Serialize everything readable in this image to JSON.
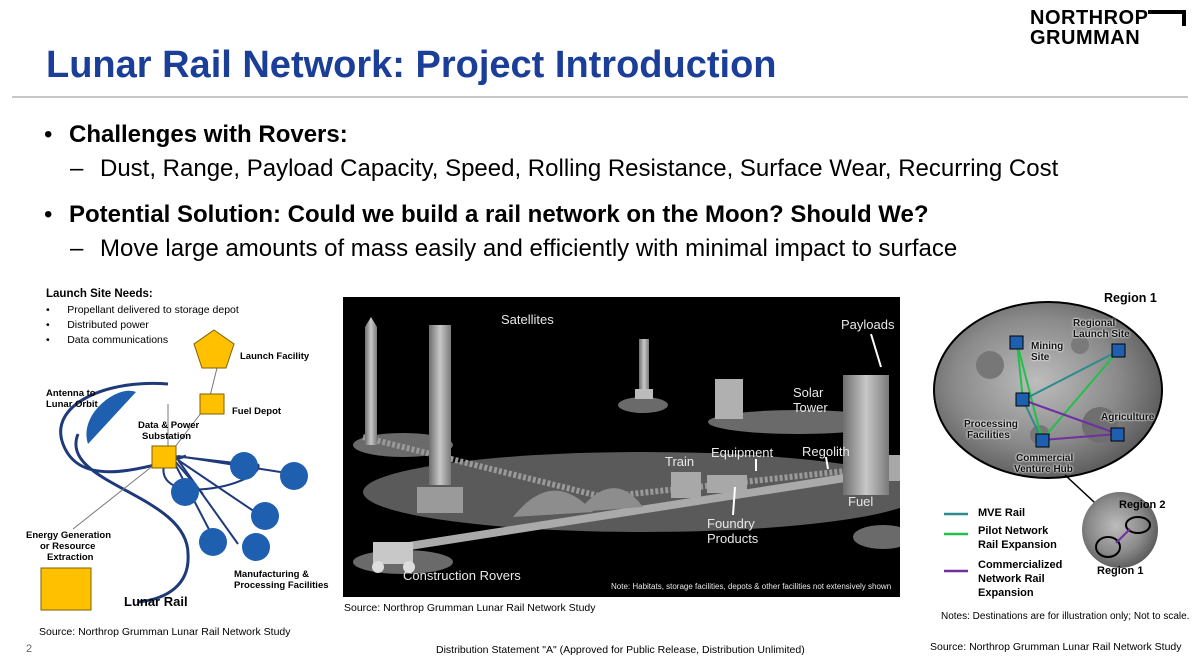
{
  "logo": {
    "line1": "NORTHROP",
    "line2": "GRUMMAN"
  },
  "title": "Lunar Rail Network: Project Introduction",
  "bullets": [
    {
      "marker": "•",
      "text": "Challenges with Rovers:",
      "sub_marker": "–",
      "sub": "Dust, Range, Payload Capacity, Speed, Rolling Resistance, Surface Wear, Recurring Cost"
    },
    {
      "marker": "•",
      "text": "Potential Solution: Could we build a rail network on the Moon? Should We?",
      "sub_marker": "–",
      "sub": "Move large amounts of mass easily and efficiently with minimal impact to surface"
    }
  ],
  "launch_site": {
    "heading": "Launch Site Needs:",
    "items": [
      "Propellant delivered to storage depot",
      "Distributed power",
      "Data communications"
    ],
    "labels": {
      "launch_facility": "Launch Facility",
      "fuel_depot": "Fuel Depot",
      "antenna_1": "Antenna to",
      "antenna_2": "Lunar Orbit",
      "data_power_1": "Data & Power",
      "data_power_2": "Substation",
      "energy_1": "Energy Generation",
      "energy_2": "or Resource",
      "energy_3": "Extraction",
      "manufacturing_1": "Manufacturing &",
      "manufacturing_2": "Processing Facilities",
      "lunar_rail": "Lunar Rail"
    },
    "colors": {
      "facility": "#ffc000",
      "node": "#1f5fb0",
      "rail": "#1f3a7a"
    }
  },
  "photo": {
    "labels": {
      "satellites": "Satellites",
      "payloads": "Payloads",
      "solar_1": "Solar",
      "solar_2": "Tower",
      "train": "Train",
      "equipment": "Equipment",
      "regolith": "Regolith",
      "fuel": "Fuel",
      "foundry_1": "Foundry",
      "foundry_2": "Products",
      "rovers": "Construction Rovers",
      "note": "Note: Habitats, storage facilities, depots & other facilities not extensively shown"
    }
  },
  "region_map": {
    "title": "Region 1",
    "labels": {
      "regional_1": "Regional",
      "regional_2": "Launch Site",
      "mining_1": "Mining",
      "mining_2": "Site",
      "processing_1": "Processing",
      "processing_2": "Facilities",
      "agriculture": "Agriculture",
      "commercial_1": "Commercial",
      "commercial_2": "Venture Hub",
      "region2": "Region 2",
      "region1": "Region 1"
    },
    "legend": [
      {
        "lines": [
          "MVE Rail"
        ],
        "color": "#2e8b8b"
      },
      {
        "lines": [
          "Pilot Network",
          "Rail Expansion"
        ],
        "color": "#22c04a"
      },
      {
        "lines": [
          "Commercialized",
          "Network Rail",
          "Expansion"
        ],
        "color": "#7030a0"
      }
    ],
    "notes": "Notes: Destinations are for illustration only; Not to scale."
  },
  "sources": {
    "left": "Source: Northrop Grumman Lunar Rail Network Study",
    "middle": "Source: Northrop Grumman Lunar Rail Network Study",
    "right": "Source: Northrop Grumman Lunar Rail Network Study"
  },
  "footer": {
    "distribution": "Distribution Statement \"A\" (Approved for Public Release, Distribution Unlimited)",
    "page": "2"
  }
}
